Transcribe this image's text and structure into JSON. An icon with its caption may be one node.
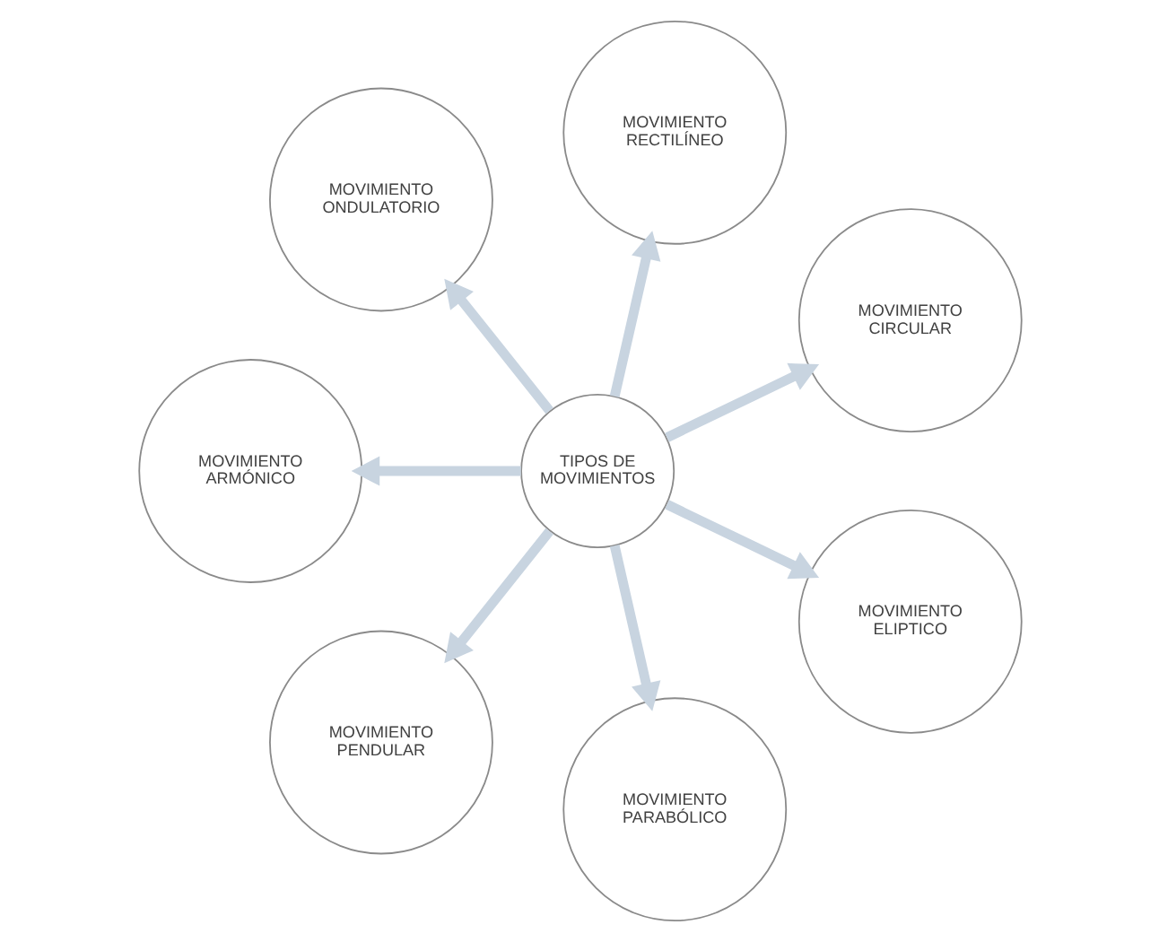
{
  "diagram": {
    "nodes": [
      {
        "text": [
          "TIPOS DE MOVIMIENTOS"
        ]
      },
      {
        "text": [
          "MOVIMIENTO CIRCULAR"
        ]
      },
      {
        "text": [
          "MOVIMIENTO RECTILÍNEO"
        ]
      },
      {
        "text": [
          "MOVIMIENTO ONDULATORIO"
        ]
      },
      {
        "text": [
          "MOVIMIENTO ARMÓNICO"
        ]
      },
      {
        "text": [
          "MOVIMIENTO PENDULAR"
        ]
      },
      {
        "text": [
          "MOVIMIENTO PARABÓLICO"
        ]
      },
      {
        "text": [
          "MOVIMIENTO ELIPTICO"
        ]
      }
    ],
    "edges": [
      {
        "from": 0,
        "to": 1,
        "arrow": "to"
      },
      {
        "from": 0,
        "to": 2,
        "arrow": "to"
      },
      {
        "from": 0,
        "to": 3,
        "arrow": "to"
      },
      {
        "from": 0,
        "to": 4,
        "arrow": "to"
      },
      {
        "from": 0,
        "to": 5,
        "arrow": "to"
      },
      {
        "from": 0,
        "to": 6,
        "arrow": "to"
      },
      {
        "from": 0,
        "to": 7,
        "arrow": "to"
      }
    ]
  }
}
